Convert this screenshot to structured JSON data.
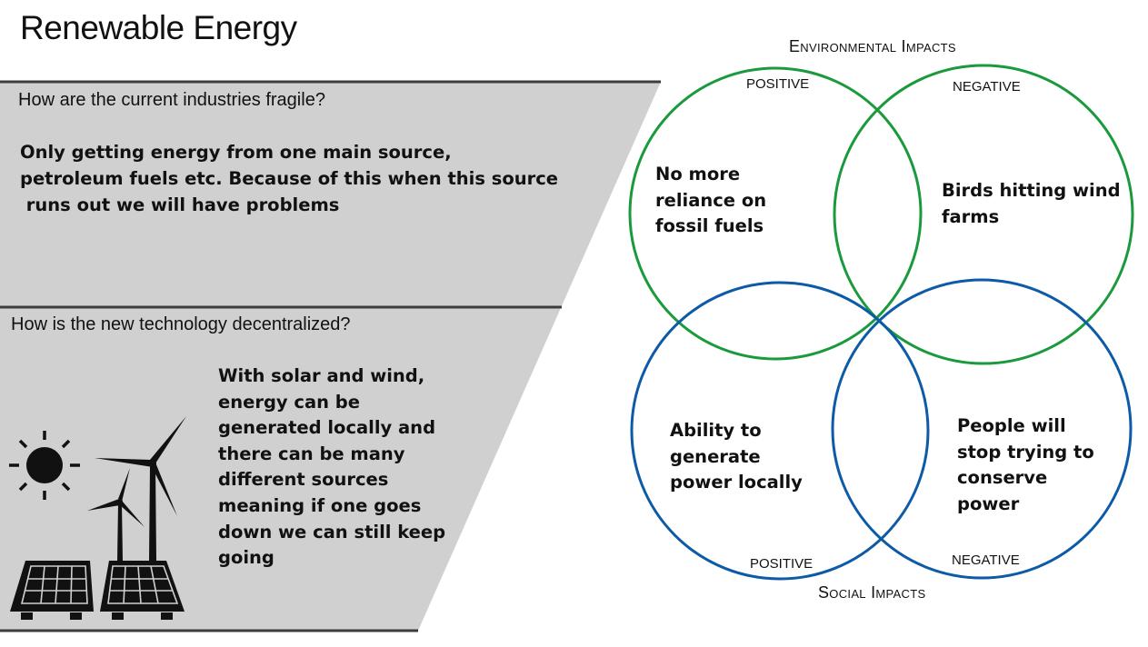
{
  "title": "Renewable Energy",
  "panel": {
    "fill_color": "#d0d0d0",
    "border_color": "#3c3c3c",
    "section1": {
      "question": "How are the current industries fragile?",
      "answer": "Only getting energy from one main source,\npetroleum fuels etc. Because of this when this source\n runs out we will have problems"
    },
    "section2": {
      "question": "How is the new technology decentralized?",
      "answer": "With solar and wind,\nenergy can be\ngenerated locally and\nthere can be many\ndifferent sources\nmeaning if one goes\ndown we can still keep\ngoing",
      "illustration_icons": [
        "sun-icon",
        "wind-turbine-icon",
        "solar-panel-icon"
      ]
    }
  },
  "venn": {
    "environmental": {
      "title": "Environmental Impacts",
      "color": "#1a9a3c",
      "positive_label": "POSITIVE",
      "negative_label": "NEGATIVE",
      "positive_text": "No more\nreliance on\nfossil fuels",
      "negative_text": "Birds hitting wind\nfarms"
    },
    "social": {
      "title": "Social Impacts",
      "color": "#0d5aa7",
      "positive_label": "POSITIVE",
      "negative_label": "NEGATIVE",
      "positive_text": "Ability to\ngenerate\npower locally",
      "negative_text": "People will\nstop trying to\nconserve\npower"
    }
  }
}
